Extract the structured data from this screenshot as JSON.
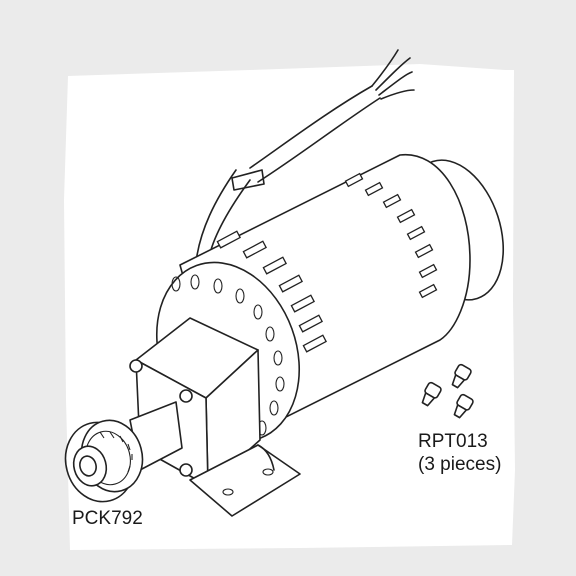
{
  "figure": {
    "labels": {
      "motor_part": "PCK792",
      "screw_part": "RPT013",
      "screw_qty": "(3 pieces)"
    },
    "colors": {
      "paper": "#ffffff",
      "background": "#ebebeb",
      "ink": "#222222"
    }
  }
}
